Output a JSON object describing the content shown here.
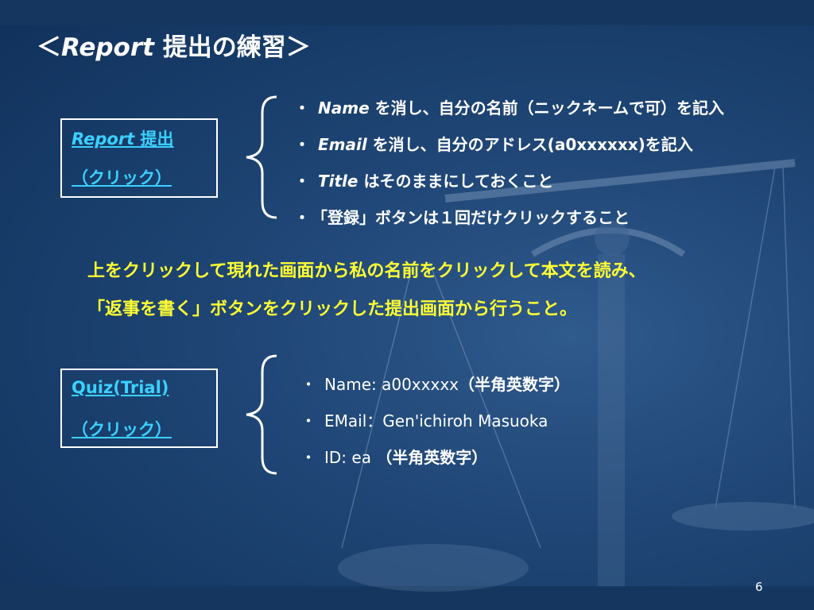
{
  "title": {
    "prefix": "＜",
    "english": "Report",
    "japanese": " 提出の練習＞"
  },
  "report_box": {
    "link1_en": "Report",
    "link1_ja": " 提出",
    "link2": "（クリック）"
  },
  "report_items": [
    {
      "bullet": "・",
      "keyword": "Name",
      "text": " を消し、自分の名前（ニックネームで可）を記入"
    },
    {
      "bullet": "・",
      "keyword": "Email",
      "text": " を消し、自分のアドレス(a0xxxxxx)を記入"
    },
    {
      "bullet": "・",
      "keyword": "Title",
      "text": " はそのままにしておくこと"
    },
    {
      "bullet": "・",
      "keyword": "",
      "text": "「登録」ボタンは１回だけクリックすること"
    }
  ],
  "instructions": {
    "line1": "上をクリックして現れた画面から私の名前をクリックして本文を読み、",
    "line2": "「返事を書く」ボタンをクリックした提出画面から行うこと。"
  },
  "quiz_box": {
    "link1": "Quiz(Trial)",
    "link2": "（クリック）"
  },
  "quiz_items": [
    {
      "bullet": "・",
      "text": "Name: a00xxxxx",
      "note": "（半角英数字）"
    },
    {
      "bullet": "・",
      "text": "EMail：Gen'ichiroh  Masuoka",
      "note": ""
    },
    {
      "bullet": "・",
      "text": "ID: ea ",
      "note": "（半角英数字）"
    }
  ],
  "page_number": "6",
  "colors": {
    "background": "#1f4676",
    "link": "#3ad1ff",
    "highlight": "#ffff33",
    "text": "#ffffff"
  }
}
